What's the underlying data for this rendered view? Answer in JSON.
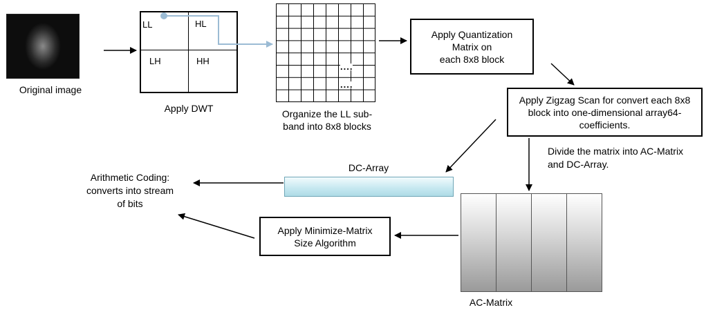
{
  "original_image": {
    "caption": "Original image"
  },
  "dwt": {
    "caption": "Apply DWT",
    "quadrants": {
      "ll": "LL",
      "hl": "HL",
      "lh": "LH",
      "hh": "HH"
    }
  },
  "blocks": {
    "caption": "Organize the LL sub-\nband into 8x8 blocks",
    "dots": "....",
    "dots2": "...."
  },
  "steps": {
    "quantization": "Apply Quantization\nMatrix on\neach 8x8 block",
    "zigzag": "Apply Zigzag Scan for convert each 8x8\nblock into one-dimensional array64-\ncoefficients.",
    "divide": "Divide the matrix into AC-Matrix\nand DC-Array.",
    "minimize": "Apply Minimize-Matrix\nSize Algorithm",
    "arithmetic": "Arithmetic Coding:\nconverts into stream\nof bits"
  },
  "dc_array": {
    "label": "DC-Array"
  },
  "ac_matrix": {
    "label": "AC-Matrix"
  },
  "colors": {
    "arrow": "#000000",
    "highlight_line": "#9bbbd4",
    "dc_fill": "#c8e9f1",
    "ac_fill": "#b5b5b5"
  }
}
